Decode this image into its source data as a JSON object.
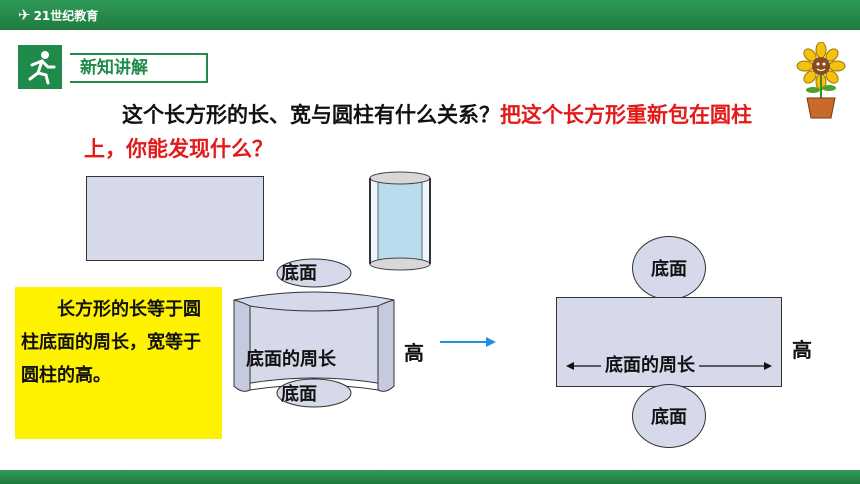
{
  "header": {
    "logo_mark": "21",
    "logo_text": "21世纪教育"
  },
  "section": {
    "title": "新知讲解"
  },
  "question": {
    "black": "这个长方形的长、宽与圆柱有什么关系？",
    "red": "把这个长方形重新包在圆柱上，你能发现什么？"
  },
  "cylinder_labels": {
    "top": "底面",
    "side": "底面的周长",
    "bottom": "底面",
    "height": "高"
  },
  "answer": {
    "line1": "长方形的长",
    "rest": "等于圆柱底面的周长，宽等于圆柱的高。"
  },
  "unrolled_labels": {
    "top": "底面",
    "circumference": "底面的周长",
    "bottom": "底面",
    "height": "高"
  },
  "colors": {
    "brand_green": "#1f8a49",
    "highlight_yellow": "#fff200",
    "question_red": "#e21a1a",
    "shape_fill": "#d5d9ea",
    "arrow_blue": "#1e90e0"
  }
}
